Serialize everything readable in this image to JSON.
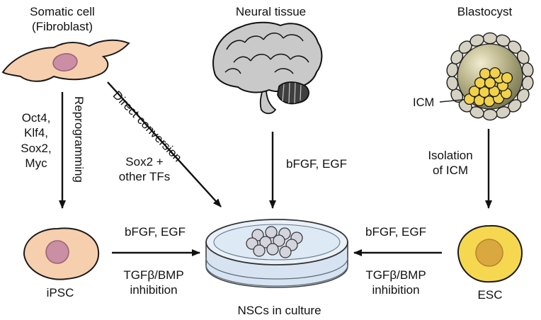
{
  "diagram": {
    "sources": {
      "somatic_cell": "Somatic cell\n(Fibroblast)",
      "neural_tissue": "Neural tissue",
      "blastocyst": "Blastocyst",
      "icm": "ICM"
    },
    "pathways": {
      "reprogramming_factors": "Oct4,\nKlf4,\nSox2,\nMyc",
      "reprogramming": "Reprogramming",
      "direct_conversion": "Direct conversion",
      "direct_conversion_factors": "Sox2 +\nother TFs",
      "neural_growth_factors": "bFGF, EGF",
      "icm_isolation": "Isolation\nof ICM",
      "ipsc_growth_factors": "bFGF, EGF",
      "ipsc_inhibition": "TGFβ/BMP\ninhibition",
      "esc_growth_factors": "bFGF, EGF",
      "esc_inhibition": "TGFβ/BMP\ninhibition"
    },
    "products": {
      "ipsc": "iPSC",
      "esc": "ESC",
      "nsc_culture": "NSCs in culture"
    }
  },
  "colors": {
    "fibroblast_fill": "#f6cfae",
    "nucleus_pink": "#ca8fa4",
    "brain_fill": "#c9c9c9",
    "cerebellum_fill": "#3f3f3f",
    "trophoblast_fill": "#d6d2c3",
    "icm_yellow": "#f2d24b",
    "esc_fill": "#f5d84f",
    "esc_nucleus": "#d9a83f",
    "dish_fill": "#dde9f4",
    "colony_fill": "#d4d4de",
    "outline": "#1a1a1a"
  }
}
